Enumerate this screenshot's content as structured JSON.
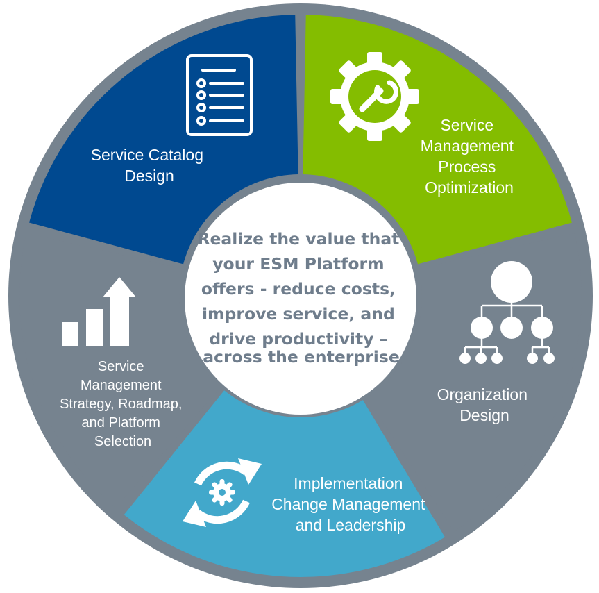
{
  "center": {
    "lines": [
      "Realize the value that",
      "your ESM Platform",
      "offers - reduce costs,",
      "improve service, and",
      "drive productivity –",
      "across the enterprise"
    ]
  },
  "segments": [
    {
      "name": "service-catalog-design",
      "color": "#004990",
      "icon": "checklist-icon",
      "lines": [
        "Service Catalog",
        "Design"
      ]
    },
    {
      "name": "service-management-process-optimization",
      "color": "#84bd00",
      "icon": "gear-wrench-icon",
      "lines": [
        "Service",
        "Management",
        "Process",
        "Optimization"
      ]
    },
    {
      "name": "organization-design",
      "color": "#76838f",
      "icon": "org-chart-icon",
      "lines": [
        "Organization",
        "Design"
      ]
    },
    {
      "name": "implementation-change-management-leadership",
      "color": "#42a8cb",
      "icon": "refresh-gear-icon",
      "lines": [
        "Implementation",
        "Change Management",
        "and Leadership"
      ]
    },
    {
      "name": "strategy-roadmap-platform-selection",
      "color": "#76838f",
      "icon": "bar-chart-arrow-icon",
      "lines": [
        "Service",
        "Management",
        "Strategy, Roadmap,",
        "and Platform",
        "Selection"
      ]
    }
  ],
  "colors": {
    "outer_ring": "#76838f",
    "center_fill": "#ffffff",
    "center_text": "#6f7d8c",
    "icon": "#ffffff"
  }
}
